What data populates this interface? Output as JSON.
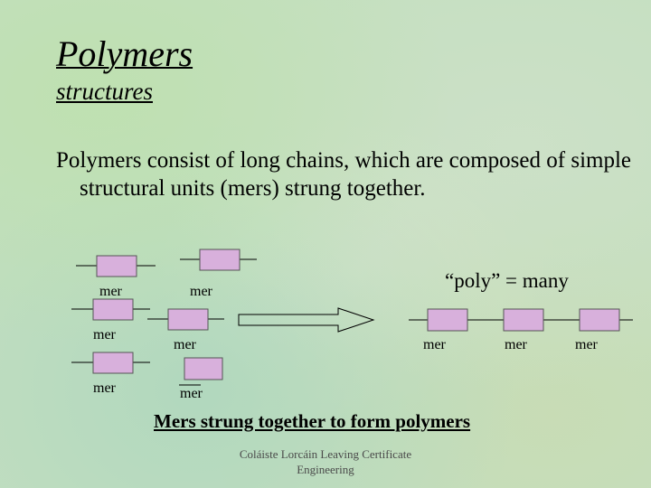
{
  "slide": {
    "title": "Polymers",
    "subtitle": "structures",
    "body": "Polymers consist of long chains, which are composed of simple structural units (mers) strung together.",
    "poly_label": "“poly” = many",
    "caption": "Mers strung together to form polymers",
    "footer": "Coláiste Lorcáin Leaving Certificate Engineering"
  },
  "diagram": {
    "mer_label": "mer",
    "mer_fill": "#d8b0dc",
    "line_color": "#000000"
  }
}
